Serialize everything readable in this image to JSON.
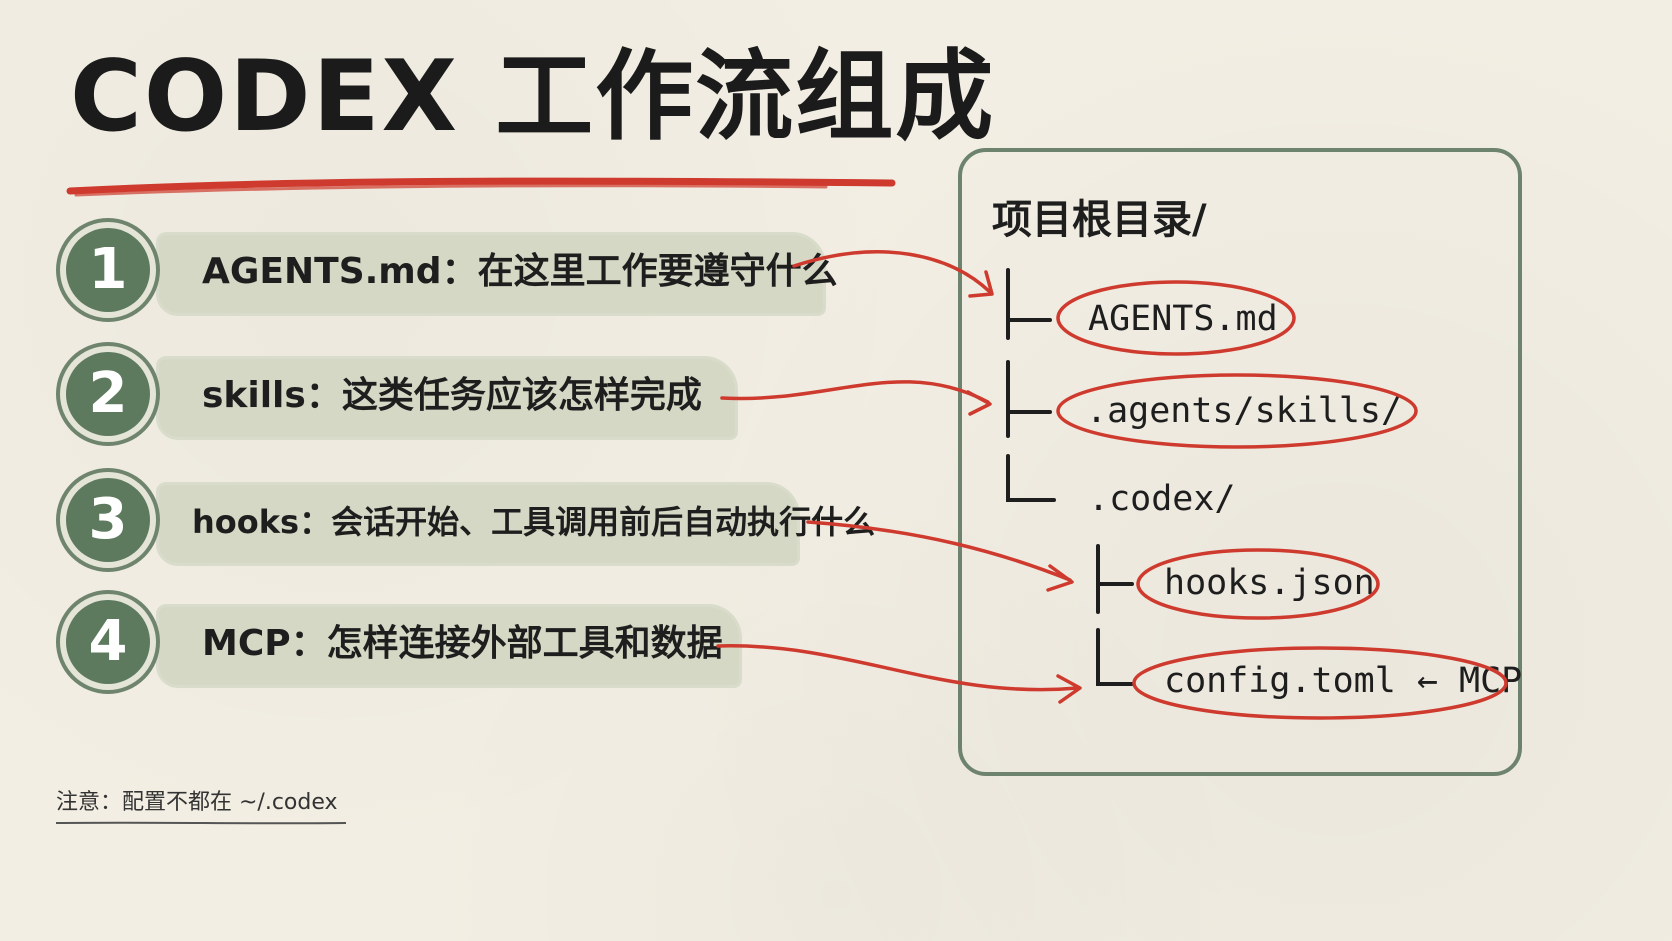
{
  "title": "CODEX 工作流组成",
  "items": [
    {
      "number": "1",
      "label": "AGENTS.md：在这里工作要遵守什么"
    },
    {
      "number": "2",
      "label": "skills：这类任务应该怎样完成"
    },
    {
      "number": "3",
      "label": "hooks：会话开始、工具调用前后自动执行什么"
    },
    {
      "number": "4",
      "label": "MCP：怎样连接外部工具和数据"
    }
  ],
  "tree": {
    "root": "项目根目录/",
    "agents_md": "AGENTS.md",
    "skills_dir": ".agents/skills/",
    "codex_dir": ".codex/",
    "hooks_json": "hooks.json",
    "config_toml": "config.toml ← MCP"
  },
  "note": "注意：配置不都在 ~/.codex",
  "colors": {
    "accent_red": "#cf3a2e",
    "green_dark": "#5d7a5f",
    "green_band": "#d5d8c4",
    "box_border": "#6e836e",
    "background": "#f2eee3"
  }
}
